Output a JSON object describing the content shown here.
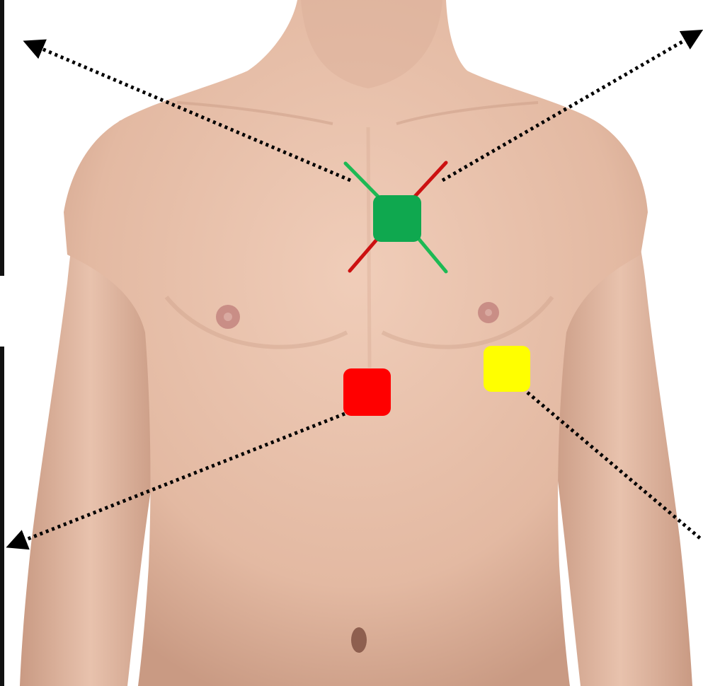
{
  "diagram": {
    "background_color": "#ffffff",
    "skin_color": "#e3b9a2",
    "skin_shadow_color": "#c89a83",
    "nipple_color": "#c98e86",
    "border_bar_color": "#111111",
    "arrow_color": "#000000",
    "electrodes": [
      {
        "name": "green-electrode",
        "color": "#0fa84f"
      },
      {
        "name": "red-electrode",
        "color": "#ff0000"
      },
      {
        "name": "yellow-electrode",
        "color": "#ffff00"
      }
    ],
    "cross_lead_colors": {
      "green": "#1db954",
      "red": "#cc1111"
    }
  }
}
